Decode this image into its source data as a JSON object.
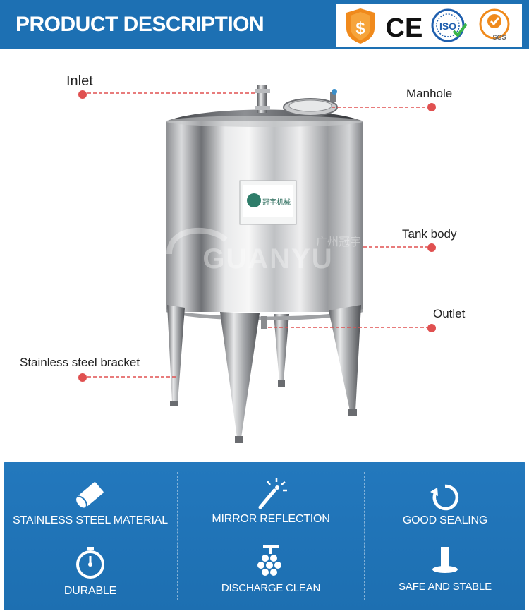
{
  "header": {
    "title": "PRODUCT DESCRIPTION",
    "certifications": {
      "ce_text": "CE",
      "iso_text": "ISO",
      "sgs_text": "SGS"
    }
  },
  "product": {
    "watermark": "GUANYU",
    "watermark_cn": "广州冠宇",
    "plate_brand": "冠宇机械",
    "callouts": [
      {
        "label": "Inlet"
      },
      {
        "label": "Manhole"
      },
      {
        "label": "Tank body"
      },
      {
        "label": "Outlet"
      },
      {
        "label": "Stainless steel bracket"
      }
    ]
  },
  "features": [
    {
      "label": "STAINLESS STEEL MATERIAL",
      "icon": "steel-bar-icon"
    },
    {
      "label": "MIRROR REFLECTION",
      "icon": "magic-wand-icon"
    },
    {
      "label": "GOOD SEALING",
      "icon": "refresh-icon"
    },
    {
      "label": "DURABLE",
      "icon": "stopwatch-icon"
    },
    {
      "label": "DISCHARGE CLEAN",
      "icon": "grape-tap-icon"
    },
    {
      "label": "SAFE AND STABLE",
      "icon": "stand-icon"
    }
  ],
  "colors": {
    "brand_blue": "#1d70b3",
    "callout_red": "#e05050"
  }
}
